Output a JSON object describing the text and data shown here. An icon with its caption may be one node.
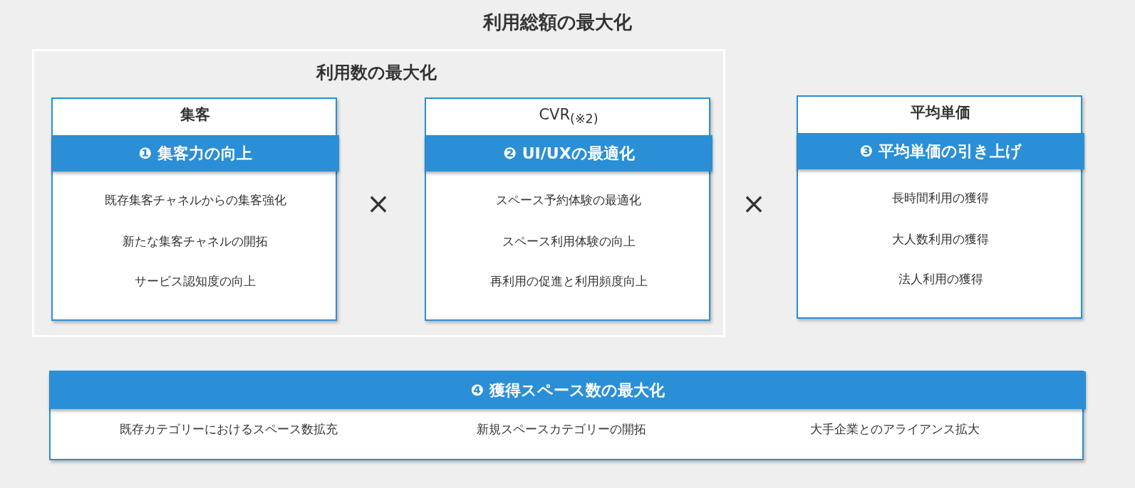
{
  "diagram": {
    "nodes": [
      {
        "text": [
          "利用総額の最大化"
        ]
      },
      {
        "text": [
          "利用数の最大化"
        ],
        "in": 0
      },
      {
        "text": [
          "集客",
          "既存集客チャネルからの集客強化",
          "新たな集客チャネルの開拓",
          "サービス認知度の向上"
        ],
        "in": 1
      },
      {
        "text": [
          "❶ 集客力の向上"
        ],
        "in": 2
      },
      {
        "text": [
          "CVR$_{(※2)}$",
          "スペース予約体験の最適化",
          "スペース利用体験の向上",
          "再利用の促進と利用頻度向上"
        ],
        "in": 1
      },
      {
        "text": [
          "❷ UI/UXの最適化"
        ],
        "in": 4
      },
      {
        "text": [
          "平均単価",
          "長時間利用の獲得",
          "大人数利用の獲得",
          "法人利用の獲得"
        ],
        "in": 0
      },
      {
        "text": [
          "❸ 平均単価の引き上げ"
        ],
        "in": 6
      },
      {
        "text": [
          "既存カテゴリーにおけるスペース数拡充",
          "新規スペースカテゴリーの開拓",
          "大手企業とのアライアンス拡大"
        ],
        "in": 0
      },
      {
        "text": [
          "❹ 獲得スペース数の最大化"
        ],
        "in": 8
      }
    ],
    "labels": [
      "×",
      "×"
    ]
  }
}
